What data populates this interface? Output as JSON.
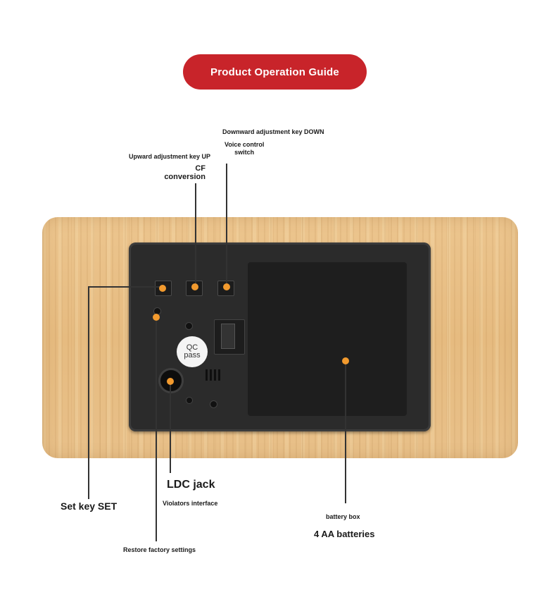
{
  "header": {
    "title": "Product Operation Guide"
  },
  "labels": {
    "down_key": "Downward adjustment key DOWN",
    "voice_control": "Voice control\nswitch",
    "up_key": "Upward adjustment key UP",
    "cf_conversion": "CF\nconversion",
    "set_key": "Set key SET",
    "ldc_jack": "LDC jack",
    "violators": "Violators interface",
    "restore": "Restore factory settings",
    "battery_box": "battery box",
    "batteries": "4 AA batteries"
  },
  "badge": {
    "line1": "QC",
    "line2": "pass"
  },
  "colors": {
    "title_bg": "#c8242a",
    "marker": "#f29a2e",
    "wood": "#e8c089",
    "panel": "#2b2b2b"
  }
}
